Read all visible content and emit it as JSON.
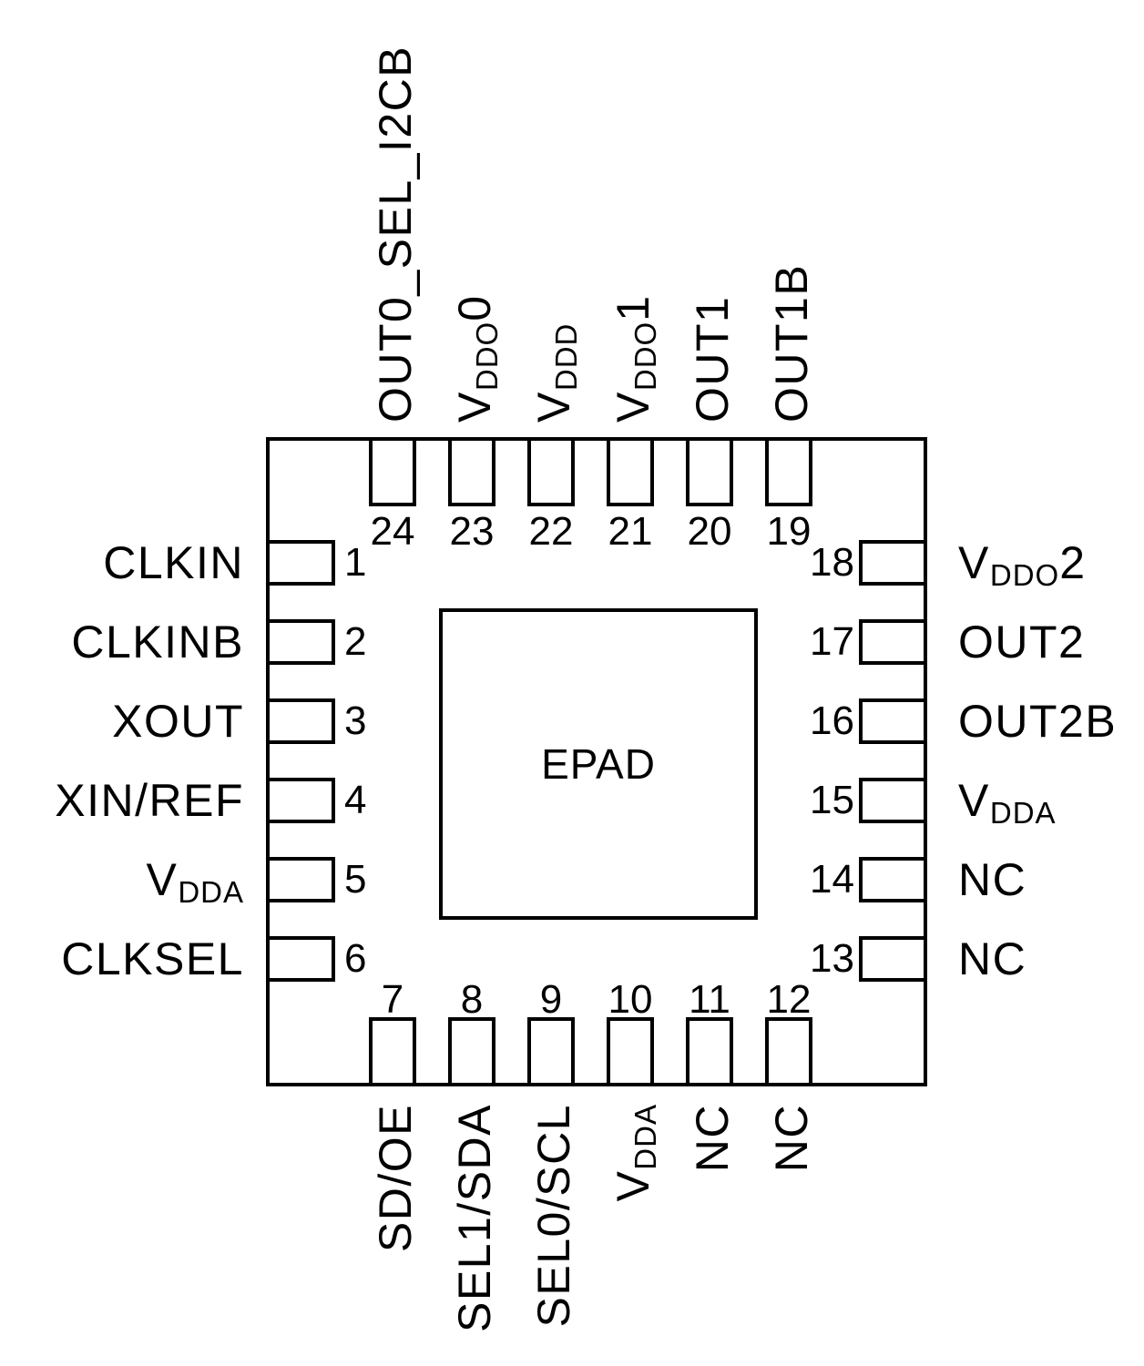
{
  "colors": {
    "line": "#000000",
    "text": "#000000",
    "background": "#ffffff"
  },
  "chip": {
    "epad_label": "EPAD"
  },
  "pins": {
    "top": [
      {
        "num": "24",
        "label": {
          "pre": "OUT0_SEL_I2CB",
          "sub": "",
          "post": ""
        }
      },
      {
        "num": "23",
        "label": {
          "pre": "V",
          "sub": "DDO",
          "post": "0"
        }
      },
      {
        "num": "22",
        "label": {
          "pre": "V",
          "sub": "DDD",
          "post": ""
        }
      },
      {
        "num": "21",
        "label": {
          "pre": "V",
          "sub": "DDO",
          "post": "1"
        }
      },
      {
        "num": "20",
        "label": {
          "pre": "OUT1",
          "sub": "",
          "post": ""
        }
      },
      {
        "num": "19",
        "label": {
          "pre": "OUT1B",
          "sub": "",
          "post": ""
        }
      }
    ],
    "left": [
      {
        "num": "1",
        "label": {
          "pre": "CLKIN",
          "sub": "",
          "post": ""
        }
      },
      {
        "num": "2",
        "label": {
          "pre": "CLKINB",
          "sub": "",
          "post": ""
        }
      },
      {
        "num": "3",
        "label": {
          "pre": "XOUT",
          "sub": "",
          "post": ""
        }
      },
      {
        "num": "4",
        "label": {
          "pre": "XIN/REF",
          "sub": "",
          "post": ""
        }
      },
      {
        "num": "5",
        "label": {
          "pre": "V",
          "sub": "DDA",
          "post": ""
        }
      },
      {
        "num": "6",
        "label": {
          "pre": "CLKSEL",
          "sub": "",
          "post": ""
        }
      }
    ],
    "right": [
      {
        "num": "18",
        "label": {
          "pre": "V",
          "sub": "DDO",
          "post": "2"
        }
      },
      {
        "num": "17",
        "label": {
          "pre": "OUT2",
          "sub": "",
          "post": ""
        }
      },
      {
        "num": "16",
        "label": {
          "pre": "OUT2B",
          "sub": "",
          "post": ""
        }
      },
      {
        "num": "15",
        "label": {
          "pre": "V",
          "sub": "DDA",
          "post": ""
        }
      },
      {
        "num": "14",
        "label": {
          "pre": "NC",
          "sub": "",
          "post": ""
        }
      },
      {
        "num": "13",
        "label": {
          "pre": "NC",
          "sub": "",
          "post": ""
        }
      }
    ],
    "bottom": [
      {
        "num": "7",
        "label": {
          "pre": "SD/OE",
          "sub": "",
          "post": ""
        }
      },
      {
        "num": "8",
        "label": {
          "pre": "SEL1/SDA",
          "sub": "",
          "post": ""
        }
      },
      {
        "num": "9",
        "label": {
          "pre": "SEL0/SCL",
          "sub": "",
          "post": ""
        }
      },
      {
        "num": "10",
        "label": {
          "pre": "V",
          "sub": "DDA",
          "post": ""
        }
      },
      {
        "num": "11",
        "label": {
          "pre": "NC",
          "sub": "",
          "post": ""
        }
      },
      {
        "num": "12",
        "label": {
          "pre": "NC",
          "sub": "",
          "post": ""
        }
      }
    ]
  }
}
